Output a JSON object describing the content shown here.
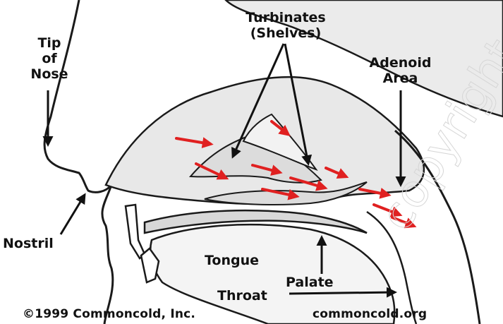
{
  "labels": {
    "tip_of_nose": [
      "Tip",
      "of",
      "Nose"
    ],
    "turbinates": [
      "Turbinates",
      "(Shelves)"
    ],
    "adenoid": [
      "Adenoid",
      "Area"
    ],
    "nostril": "Nostril",
    "tongue": "Tongue",
    "palate": "Palate",
    "throat": "Throat"
  },
  "footer": {
    "copyright": "©1999 Commoncold, Inc.",
    "website": "commoncold.org"
  },
  "watermark": "copyright",
  "colors": {
    "background": "#ffffff",
    "tissue_shading": "#e8e8e8",
    "outline": "#1a1a1a",
    "airflow_arrows": "#e02020"
  }
}
